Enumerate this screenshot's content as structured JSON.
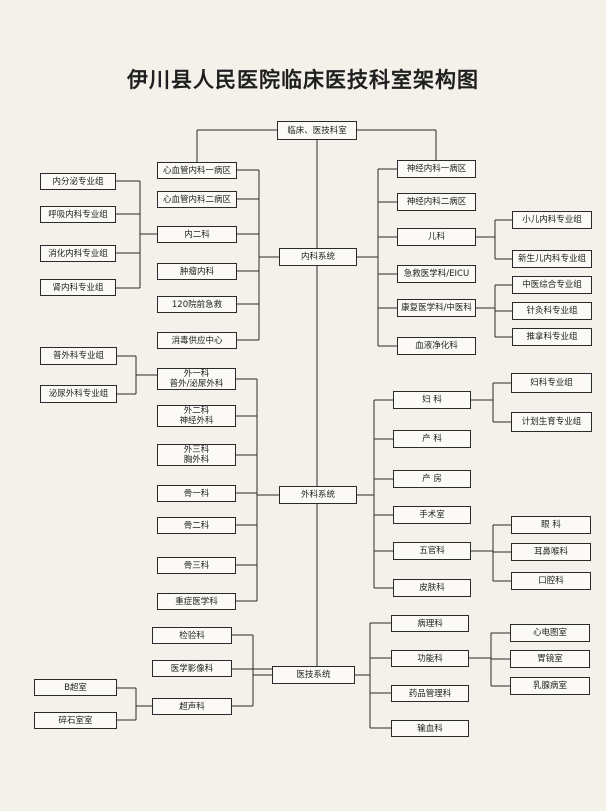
{
  "title": "伊川县人民医院临床医技科室架构图",
  "root": "临床、医技科室",
  "systems": {
    "internal": "内科系统",
    "surgical": "外科系统",
    "tech": "医技系统"
  },
  "internal_left": [
    "心血管内科一病区",
    "心血管内科二病区",
    "内二科",
    "肿瘤内科",
    "120院前急救",
    "消毒供应中心"
  ],
  "internal_left_groups": [
    "内分泌专业组",
    "呼吸内科专业组",
    "消化内科专业组",
    "肾内科专业组"
  ],
  "internal_right": [
    "神经内科一病区",
    "神经内科二病区",
    "儿科",
    "急救医学科/EICU",
    "康复医学科/中医科",
    "血液净化科"
  ],
  "pediatric_groups": [
    "小儿内科专业组",
    "新生儿内科专业组"
  ],
  "tcm_groups": [
    "中医综合专业组",
    "针灸科专业组",
    "推拿科专业组"
  ],
  "surgical_left": [
    [
      "外一科",
      "普外/泌尿外科"
    ],
    [
      "外二科",
      "神经外科"
    ],
    [
      "外三科",
      "胸外科"
    ],
    [
      "骨一科"
    ],
    [
      "骨二科"
    ],
    [
      "骨三科"
    ],
    [
      "重症医学科"
    ]
  ],
  "surgical_left_groups": [
    "普外科专业组",
    "泌尿外科专业组"
  ],
  "surgical_right": [
    "妇  科",
    "产  科",
    "产  房",
    "手术室",
    "五官科",
    "皮肤科"
  ],
  "gyn_groups": [
    "妇科专业组",
    "计划生育专业组"
  ],
  "ent_groups": [
    "眼  科",
    "耳鼻喉科",
    "口腔科"
  ],
  "tech_left": [
    "检验科",
    "医学影像科",
    "超声科"
  ],
  "ultrasound_groups": [
    "B超室",
    "碎石室室"
  ],
  "tech_right": [
    "病理科",
    "功能科",
    "药品管理科",
    "输血科"
  ],
  "function_groups": [
    "心电图室",
    "胃镜室",
    "乳腺病室"
  ]
}
